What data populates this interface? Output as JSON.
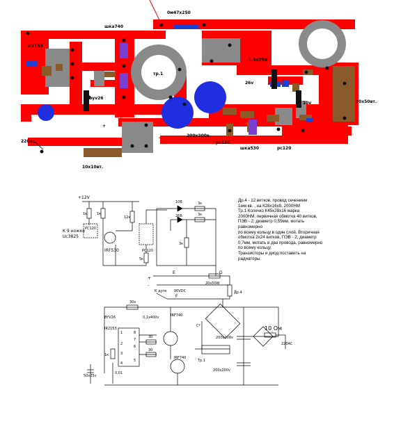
{
  "pcb_labels": {
    "wire_top": "0м47х250",
    "shk740": "шка740",
    "ir2153": "ir2153",
    "tr1": "тр.1",
    "byv26": "byv26",
    "r15x250": "1.5х250",
    "v26": "26v",
    "v10": "10v",
    "r20x50": "20х50вт.",
    "plus": "+",
    "minus": "-",
    "cap200": "200х200в.",
    "pc120a": "pc120",
    "shk530": "шка530",
    "pc120b": "pc120",
    "ac220": "220ac",
    "r10x10": "10х10вт."
  },
  "schematic_labels": {
    "plus12": "+12V",
    "k9": "K 9 ножке",
    "ic": "Uc3825",
    "irf530": "IRF530",
    "pc120": "PC120",
    "r1k_a": "1к",
    "r1k_b": "1к",
    "r12k": "12к",
    "r5k": "5к",
    "r3k_a": "3к",
    "r3k_b": "3к",
    "r3k_c": "3к",
    "d10v": "10В",
    "d26v": "26В",
    "e": "E",
    "g": "G",
    "f": "F",
    "plus": "+",
    "minus": "-",
    "k_duga": "К дуге",
    "v90": "90VDC",
    "r20x50": "20х50W",
    "dr4": "Др.4",
    "r30k": "30к",
    "byv26": "BYV26",
    "c01x400": "0,1х400v",
    "irf740a": "IRF740",
    "irf740b": "IRF740",
    "ir2153": "IR2153",
    "r30a": "30",
    "r30b": "30",
    "c_star": "C*",
    "tr1": "Тр.1",
    "c200a": "200х200v",
    "c200b": "200х200v",
    "r10ohm": "10 Ом",
    "ac220": "220АС",
    "c50x25": "50х25v",
    "c001": "0,01",
    "r1k_c": "1к",
    "pin8": "8",
    "pin7": "7",
    "pin6": "6",
    "pin5": "5",
    "pin1": "1",
    "pin2": "2",
    "pin3": "3",
    "pin4": "4"
  },
  "notes": [
    "Др.4 - 12 витков, провод сечением",
    "1мм кв. , на К28х16х9, 2000НМ",
    "Тр.1 Колечко К45х28х16 марка",
    "2000НМ, первичная обмотка 40 витков,",
    "  ПЭВ - 2, диаметр 0,55мм, мотать",
    "равномерно",
    "по всему кольцу в один слой. Вторичная",
    "  обмотка 2х24 витков, ПЭВ - 2, диаметр",
    "0,7мм, мотать в два провода, равномерно",
    "по всему кольцу.",
    "Транзисторы и диод поставить на",
    "  радиаторы."
  ],
  "colors": {
    "track": "#ff0000",
    "pad": "#111111",
    "resistor": "#8b5a2b",
    "diode": "#1f3fd0",
    "capacitor": "#1f2fe0",
    "chip": "#8a8a8a",
    "shunt": "#7a3fd0"
  }
}
